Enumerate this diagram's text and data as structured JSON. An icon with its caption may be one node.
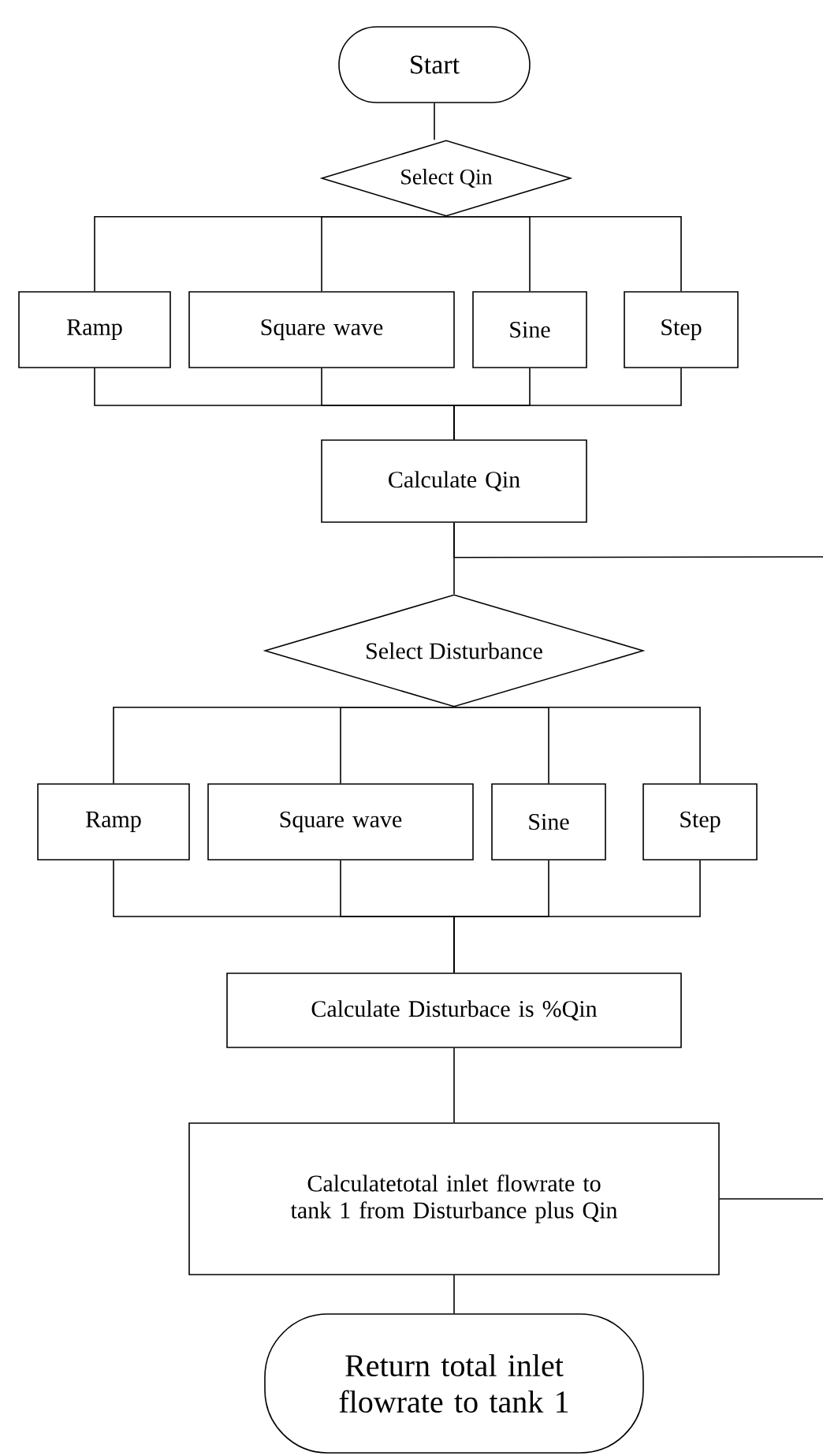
{
  "diagram": {
    "nodes": [
      {
        "text": [
          "Start"
        ]
      },
      {
        "text": [
          "Select Qin"
        ]
      },
      {
        "text": [
          "Ramp"
        ]
      },
      {
        "text": [
          "Square wave"
        ]
      },
      {
        "text": [
          "Sine"
        ]
      },
      {
        "text": [
          "Step"
        ]
      },
      {
        "text": [
          "Calculate Qin"
        ]
      },
      {
        "text": [
          "Select Disturbance"
        ]
      },
      {
        "text": [
          "Ramp"
        ]
      },
      {
        "text": [
          "Square wave"
        ]
      },
      {
        "text": [
          "Sine"
        ]
      },
      {
        "text": [
          "Step"
        ]
      },
      {
        "text": [
          "Calculate Disturbace is %Qin"
        ]
      },
      {
        "text": [
          "Calculatetotal inlet flowrate to tank 1 from Disturbance plus Qin"
        ]
      },
      {
        "text": [
          "Return total inlet flowrate to tank 1"
        ]
      }
    ],
    "edges": [
      {
        "from": 0,
        "to": 1,
        "arrow": "none"
      },
      {
        "from": 1,
        "to": 2,
        "arrow": "none"
      },
      {
        "from": 1,
        "to": 3,
        "arrow": "none"
      },
      {
        "from": 1,
        "to": 4,
        "arrow": "none"
      },
      {
        "from": 1,
        "to": 5,
        "arrow": "none"
      },
      {
        "from": 2,
        "to": 6,
        "arrow": "none"
      },
      {
        "from": 3,
        "to": 6,
        "arrow": "none"
      },
      {
        "from": 4,
        "to": 6,
        "arrow": "none"
      },
      {
        "from": 5,
        "to": 6,
        "arrow": "none"
      },
      {
        "from": 6,
        "to": 7,
        "arrow": "none"
      },
      {
        "from": 6,
        "to": null,
        "arrow": "none"
      },
      {
        "from": 7,
        "to": 8,
        "arrow": "none"
      },
      {
        "from": 7,
        "to": 9,
        "arrow": "none"
      },
      {
        "from": 7,
        "to": 10,
        "arrow": "none"
      },
      {
        "from": 7,
        "to": 11,
        "arrow": "none"
      },
      {
        "from": 8,
        "to": 12,
        "arrow": "none"
      },
      {
        "from": 9,
        "to": 12,
        "arrow": "none"
      },
      {
        "from": 10,
        "to": 12,
        "arrow": "none"
      },
      {
        "from": 11,
        "to": 12,
        "arrow": "none"
      },
      {
        "from": 12,
        "to": 13,
        "arrow": "none"
      },
      {
        "from": 13,
        "to": null,
        "arrow": "none"
      },
      {
        "from": 13,
        "to": 14,
        "arrow": "none"
      }
    ]
  }
}
